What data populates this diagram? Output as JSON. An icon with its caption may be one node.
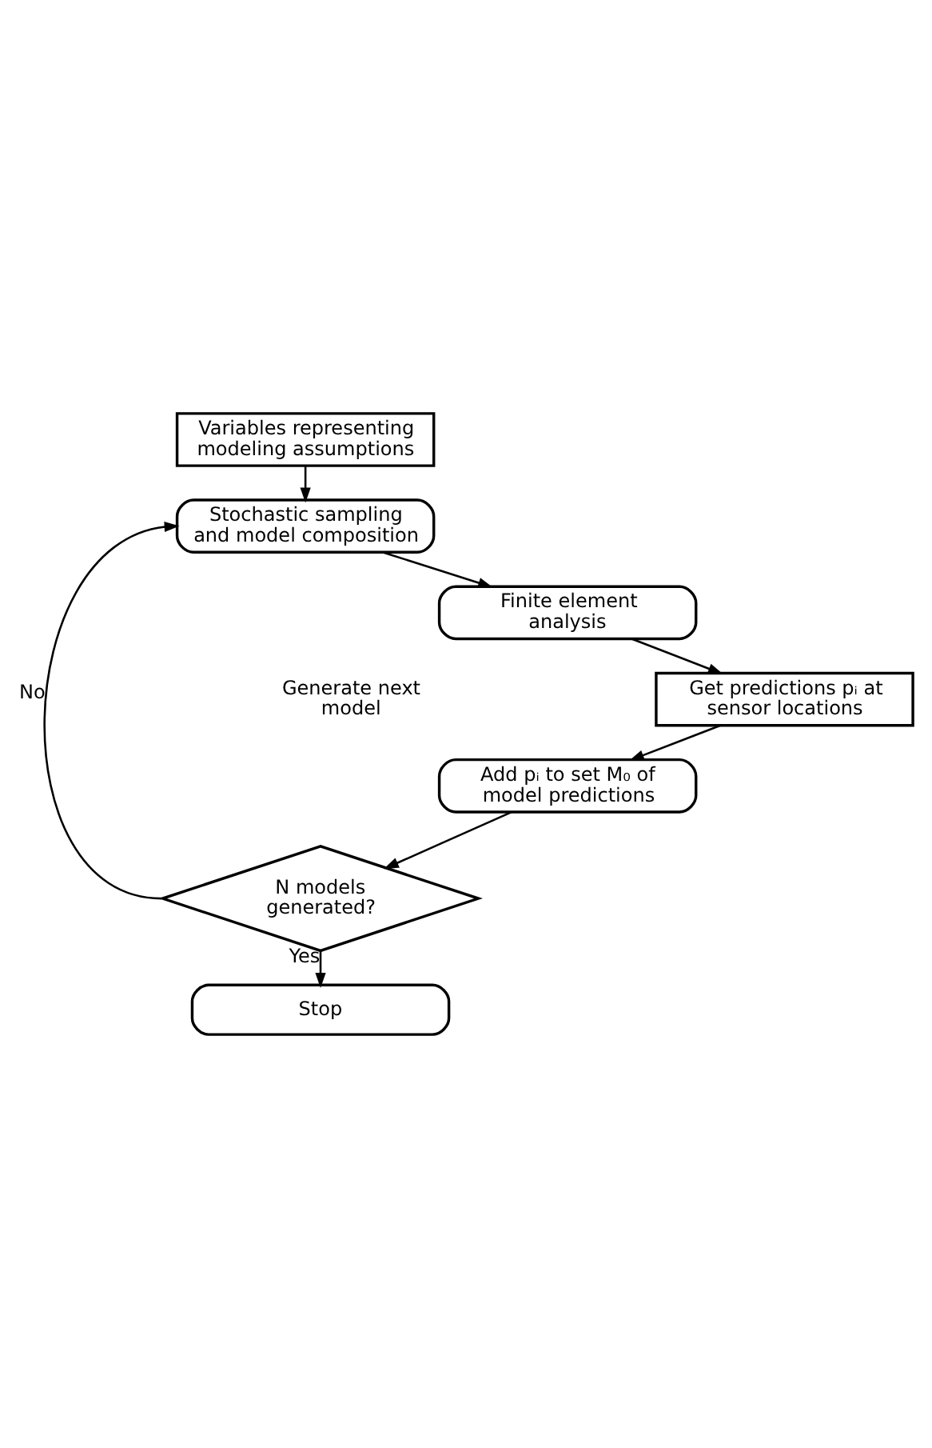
{
  "diagram": {
    "nodes": [
      {
        "text": [
          "Variables representing modeling assumptions"
        ]
      },
      {
        "text": [
          "Stochastic sampling and model composition"
        ]
      },
      {
        "text": [
          "Finite element analysis"
        ]
      },
      {
        "text": [
          "Get predictions pᵢ at sensor locations"
        ]
      },
      {
        "text": [
          "Add pᵢ to set M₀ of model predictions"
        ]
      },
      {
        "text": [
          "N models generated?"
        ]
      },
      {
        "text": [
          "Stop"
        ]
      }
    ],
    "edges": [
      {
        "from": 0,
        "to": 1,
        "arrow": "to"
      },
      {
        "from": 1,
        "to": 2,
        "arrow": "to"
      },
      {
        "from": 2,
        "to": 3,
        "arrow": "to"
      },
      {
        "from": 3,
        "to": 4,
        "arrow": "to"
      },
      {
        "from": 4,
        "to": 5,
        "arrow": "to"
      },
      {
        "from": 5,
        "to": 1,
        "arrow": "to",
        "label": "No"
      },
      {
        "from": 5,
        "to": 6,
        "arrow": "to",
        "label": "Yes"
      }
    ],
    "labels": [
      "Generate next model"
    ]
  }
}
